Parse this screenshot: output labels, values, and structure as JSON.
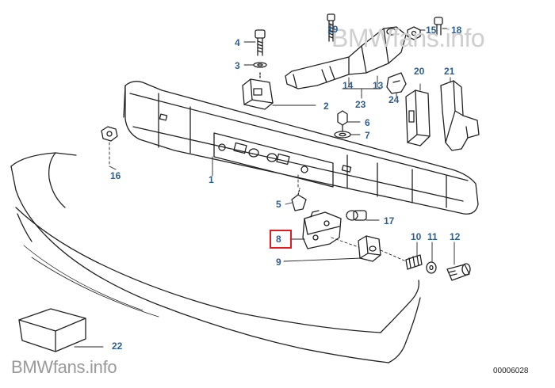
{
  "watermark_top": "BMWfans.info",
  "watermark_bottom": "BMWfans.info",
  "diagram_number": "00006028",
  "highlight_color": "#e21b23",
  "label_color": "#2e5f91",
  "labels": {
    "p1": "1",
    "p2": "2",
    "p3": "3",
    "p4": "4",
    "p5": "5",
    "p6": "6",
    "p7": "7",
    "p8": "8",
    "p9": "9",
    "p10": "10",
    "p11": "11",
    "p12": "12",
    "p13": "13",
    "p14": "14",
    "p15": "15",
    "p16": "16",
    "p17": "17",
    "p18": "18",
    "p19": "19",
    "p20": "20",
    "p21": "21",
    "p22": "22",
    "p23": "23",
    "p24": "24"
  }
}
